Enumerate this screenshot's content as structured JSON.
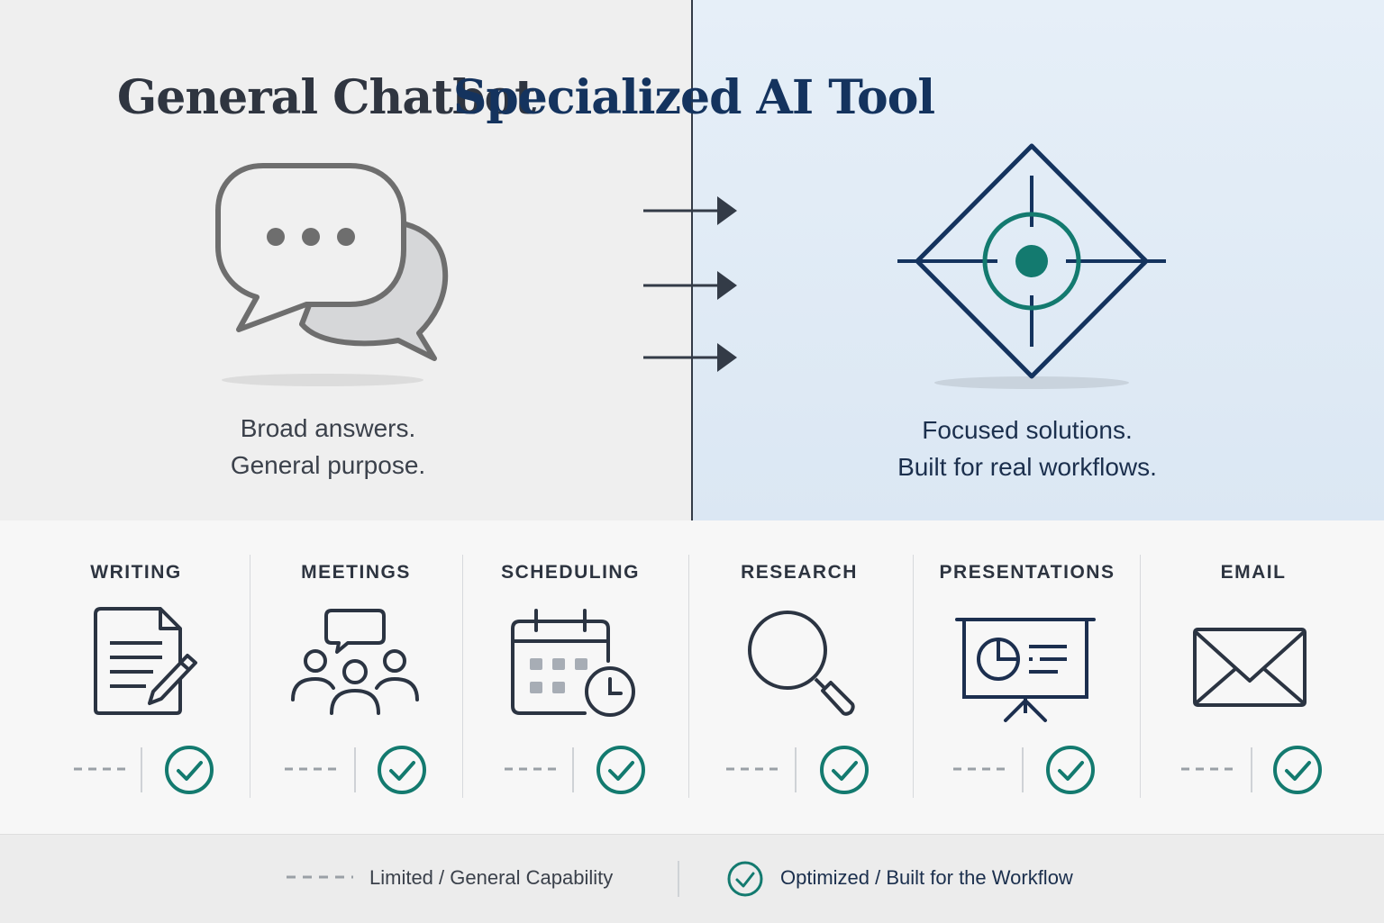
{
  "left_panel": {
    "title": "General Chatbot",
    "caption_lines": [
      "Broad answers.",
      "General purpose."
    ],
    "icon": "chat-bubbles-icon"
  },
  "right_panel": {
    "title": "Specialized AI Tool",
    "caption_lines": [
      "Focused solutions.",
      "Built for real workflows."
    ],
    "icon": "target-diamond-icon"
  },
  "categories": [
    {
      "label": "WRITING",
      "icon": "document-pen-icon",
      "general": "limited",
      "specialized": "optimized"
    },
    {
      "label": "MEETINGS",
      "icon": "people-meeting-icon",
      "general": "limited",
      "specialized": "optimized"
    },
    {
      "label": "SCHEDULING",
      "icon": "calendar-clock-icon",
      "general": "limited",
      "specialized": "optimized"
    },
    {
      "label": "RESEARCH",
      "icon": "magnifier-icon",
      "general": "limited",
      "specialized": "optimized"
    },
    {
      "label": "PRESENTATIONS",
      "icon": "presentation-board-icon",
      "general": "limited",
      "specialized": "optimized"
    },
    {
      "label": "EMAIL",
      "icon": "envelope-icon",
      "general": "limited",
      "specialized": "optimized"
    }
  ],
  "legend": {
    "limited_label": "Limited / General Capability",
    "optimized_label": "Optimized / Built for the Workflow"
  },
  "colors": {
    "left_bg": "#efefef",
    "right_bg": "#dfe9f5",
    "navy": "#14335e",
    "teal": "#137a6f",
    "icon_gray": "#6e6e6e",
    "dash_gray": "#9aa0a6"
  }
}
